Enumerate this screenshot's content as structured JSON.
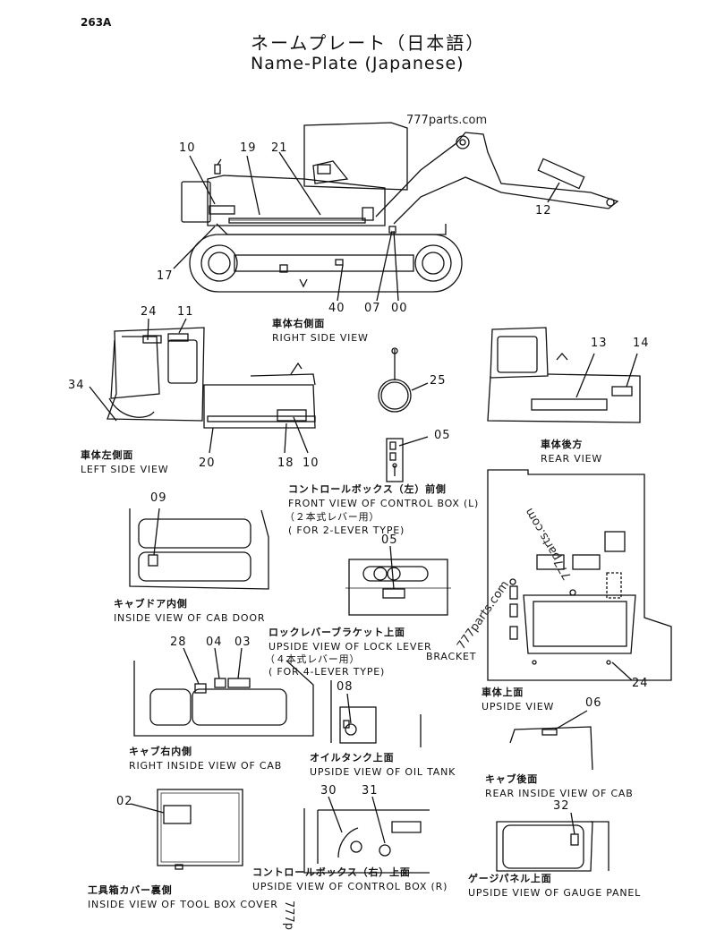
{
  "page_code": "263A",
  "title_jp": "ネームプレート（日本語）",
  "title_en": "Name-Plate (Japanese)",
  "watermarks": [
    "777parts.com",
    "777parts.com",
    "777parts.com",
    "777p"
  ],
  "views": {
    "right_side": {
      "jp": "車体右側面",
      "en": "RIGHT SIDE VIEW"
    },
    "left_side": {
      "jp": "車体左側面",
      "en": "LEFT SIDE VIEW"
    },
    "rear": {
      "jp": "車体後方",
      "en": "REAR VIEW"
    },
    "control_box_l": {
      "jp": "コントロールボックス（左）前側",
      "en": "FRONT VIEW OF CONTROL BOX (L)",
      "note_jp": "（２本式レバー用）",
      "note_en": "( FOR 2-LEVER TYPE)"
    },
    "cab_door": {
      "jp": "キャブドア内側",
      "en": "INSIDE VIEW OF CAB DOOR"
    },
    "lock_lever": {
      "jp": "ロックレバーブラケット上面",
      "en": "UPSIDE VIEW OF LOCK LEVER",
      "en2": "BRACKET",
      "note_jp": "（４本式レバー用）",
      "note_en": "( FOR 4-LEVER TYPE)"
    },
    "upside": {
      "jp": "車体上面",
      "en": "UPSIDE VIEW"
    },
    "right_cab": {
      "jp": "キャブ右内側",
      "en": "RIGHT INSIDE VIEW OF CAB"
    },
    "oil_tank": {
      "jp": "オイルタンク上面",
      "en": "UPSIDE VIEW OF OIL TANK"
    },
    "rear_cab": {
      "jp": "キャブ後面",
      "en": "REAR INSIDE VIEW OF CAB"
    },
    "tool_box": {
      "jp": "工具箱カバー裏側",
      "en": "INSIDE VIEW OF TOOL BOX COVER"
    },
    "control_box_r": {
      "jp": "コントロールボックス（右）上面",
      "en": "UPSIDE VIEW OF CONTROL BOX (R)"
    },
    "gauge_panel": {
      "jp": "ゲージパネル上面",
      "en": "UPSIDE VIEW OF GAUGE PANEL"
    }
  },
  "callouts": {
    "c10a": "10",
    "c19": "19",
    "c21": "21",
    "c12": "12",
    "c17": "17",
    "c40": "40",
    "c07": "07",
    "c00": "00",
    "c24a": "24",
    "c11": "11",
    "c34": "34",
    "c20": "20",
    "c18": "18",
    "c10b": "10",
    "c25": "25",
    "c13": "13",
    "c14": "14",
    "c05a": "05",
    "c05b": "05",
    "c09": "09",
    "c28": "28",
    "c04": "04",
    "c03": "03",
    "c08": "08",
    "c24b": "24",
    "c06": "06",
    "c02": "02",
    "c30": "30",
    "c31": "31",
    "c32": "32"
  }
}
